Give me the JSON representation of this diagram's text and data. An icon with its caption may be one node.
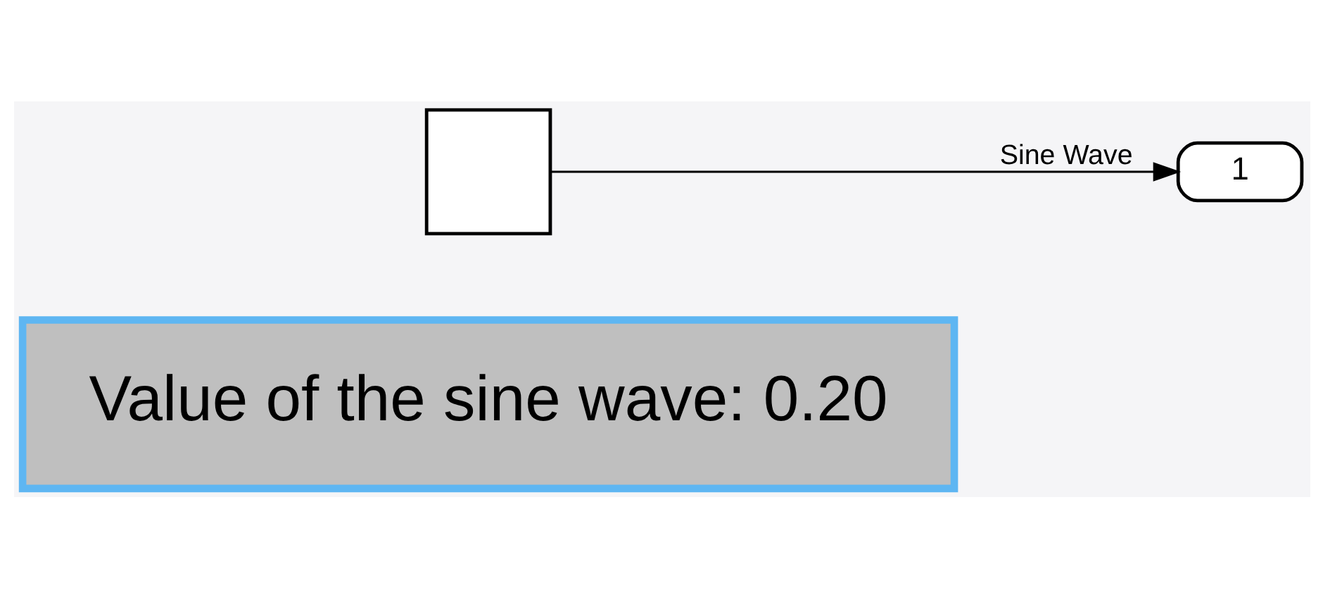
{
  "diagram": {
    "nodes": [
      {
        "text": [],
        "shape": "box"
      },
      {
        "text": [
          "1"
        ]
      },
      {
        "text": [
          "Value of the sine wave: 0.20"
        ]
      }
    ],
    "edges": [
      {
        "from": 0,
        "to": 1,
        "arrow": "to",
        "label": "Sine Wave"
      }
    ]
  }
}
